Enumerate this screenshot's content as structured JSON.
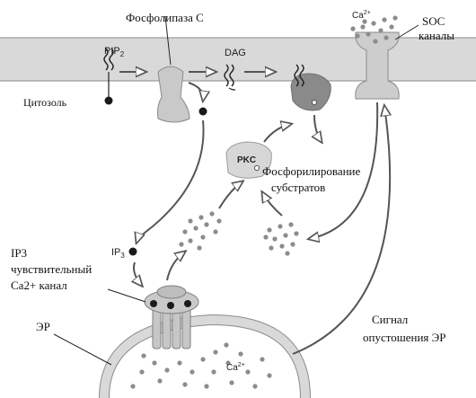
{
  "labels": {
    "phospholipase_c": "Фосфолипаза С",
    "pip2_main": "PIP",
    "pip2_sub": "2",
    "dag": "DAG",
    "cytosol": "Цитозоль",
    "ca_main": "Ca",
    "ca_sup": "2+",
    "soc_line1": "SOC",
    "soc_line2": "каналы",
    "pkc": "PKC",
    "phosphorylation_line1": "Фосфорилирование",
    "phosphorylation_line2": "субстратов",
    "ip3_main": "IP",
    "ip3_sub": "3",
    "ip3_channel_line1": "IP3",
    "ip3_channel_line2": "чувствительный",
    "ip3_channel_line3": "Ca2+ канал",
    "er": "ЭР",
    "er_ca_main": "Ca",
    "er_ca_sup": "2+",
    "signal_line1": "Сигнал",
    "signal_line2": "опустошения ЭР"
  },
  "colors": {
    "membrane": "#d6d6d6",
    "membrane_edge": "#7a7a7a",
    "protein": "#c9c9c9",
    "enzyme_dark": "#8a8a8a",
    "ion": "#8c8c8c",
    "ip3_dot": "#1a1a1a",
    "arrow": "#555555"
  }
}
